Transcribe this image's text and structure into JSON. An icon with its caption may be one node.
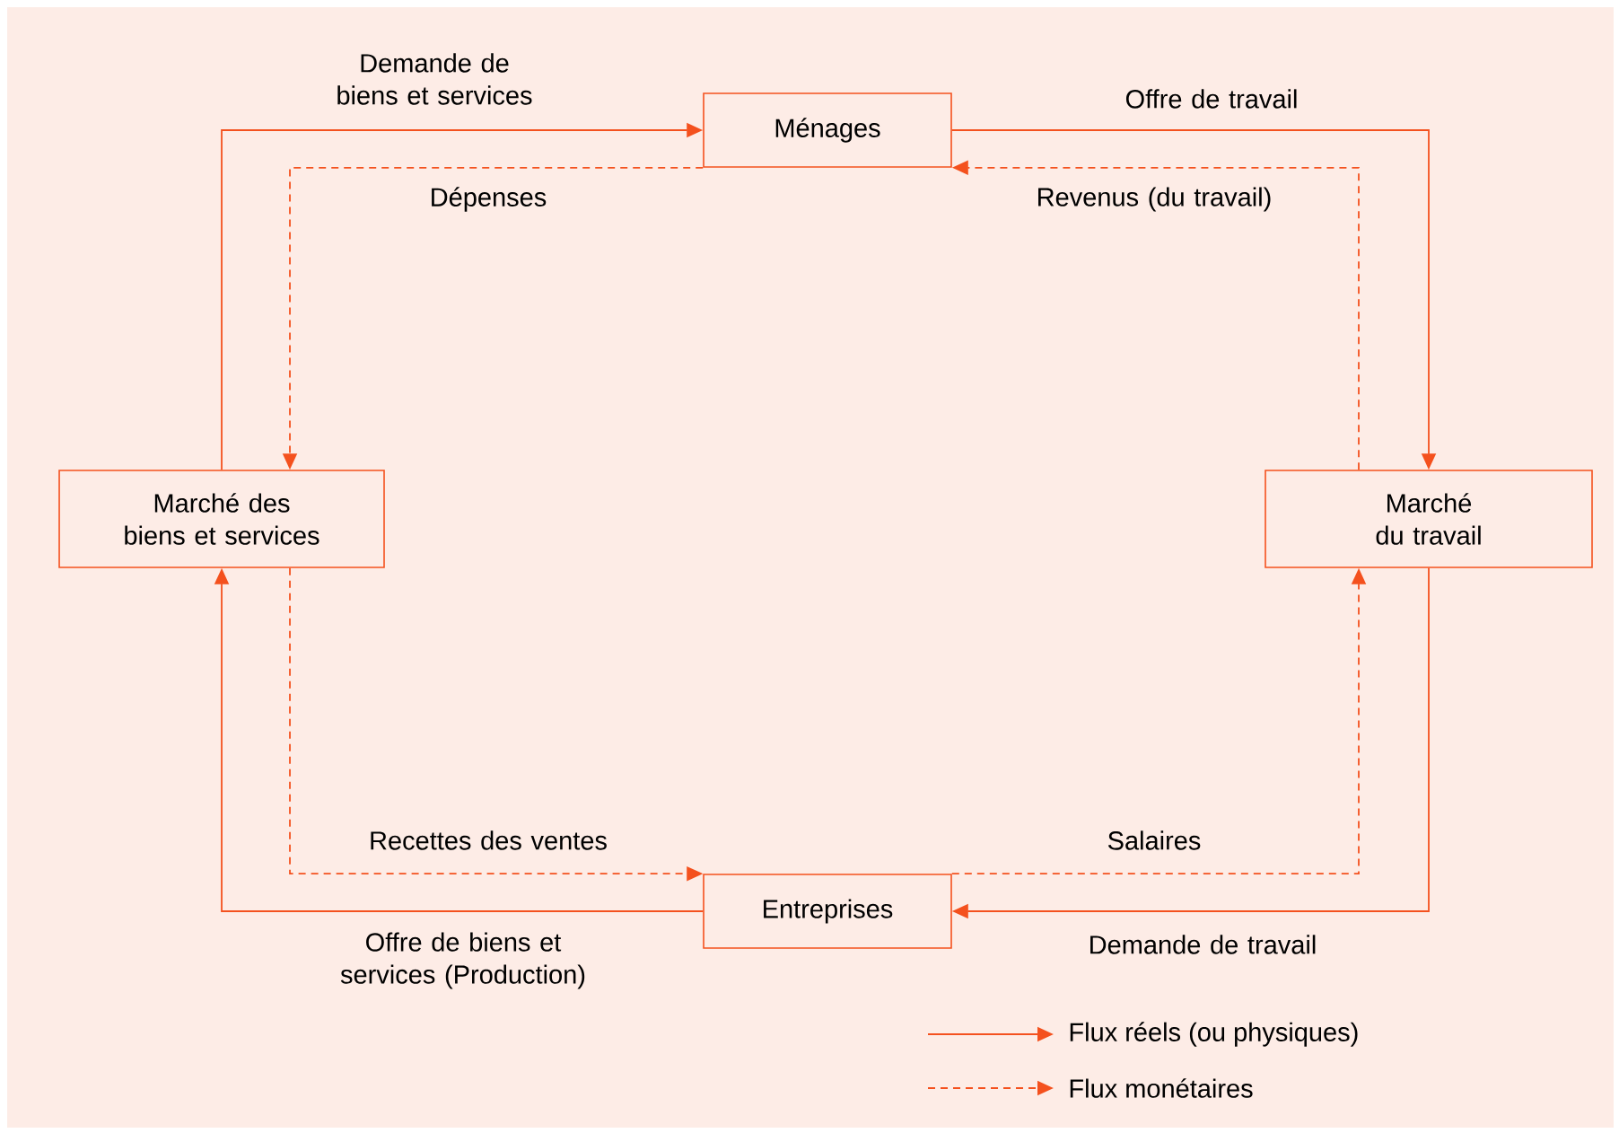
{
  "diagram": {
    "nodes": [
      {
        "text": [
          "Ménages"
        ]
      },
      {
        "text": [
          "Marché des biens et services"
        ]
      },
      {
        "text": [
          "Marché du travail"
        ]
      },
      {
        "text": [
          "Entreprises"
        ]
      }
    ],
    "edges": [
      {
        "from": 1,
        "to": 0,
        "arrow": "to",
        "label": "Demande de biens et services"
      },
      {
        "from": 0,
        "to": 2,
        "arrow": "to",
        "label": "Offre de travail"
      },
      {
        "from": 2,
        "to": 3,
        "arrow": "to",
        "label": "Demande de travail"
      },
      {
        "from": 3,
        "to": 1,
        "arrow": "to",
        "label": "Offre de biens et services (Production)"
      },
      {
        "from": 0,
        "to": 1,
        "arrow": "to",
        "label": "Dépenses",
        "style": "dashed"
      },
      {
        "from": 2,
        "to": 0,
        "arrow": "to",
        "label": "Revenus (du travail)",
        "style": "dashed"
      },
      {
        "from": 1,
        "to": 3,
        "arrow": "to",
        "label": "Recettes des ventes",
        "style": "dashed"
      },
      {
        "from": 3,
        "to": 2,
        "arrow": "to",
        "label": "Salaires",
        "style": "dashed"
      }
    ],
    "legend": [
      {
        "text": "Flux réels (ou physiques)"
      },
      {
        "text": "Flux monétaires"
      }
    ]
  }
}
